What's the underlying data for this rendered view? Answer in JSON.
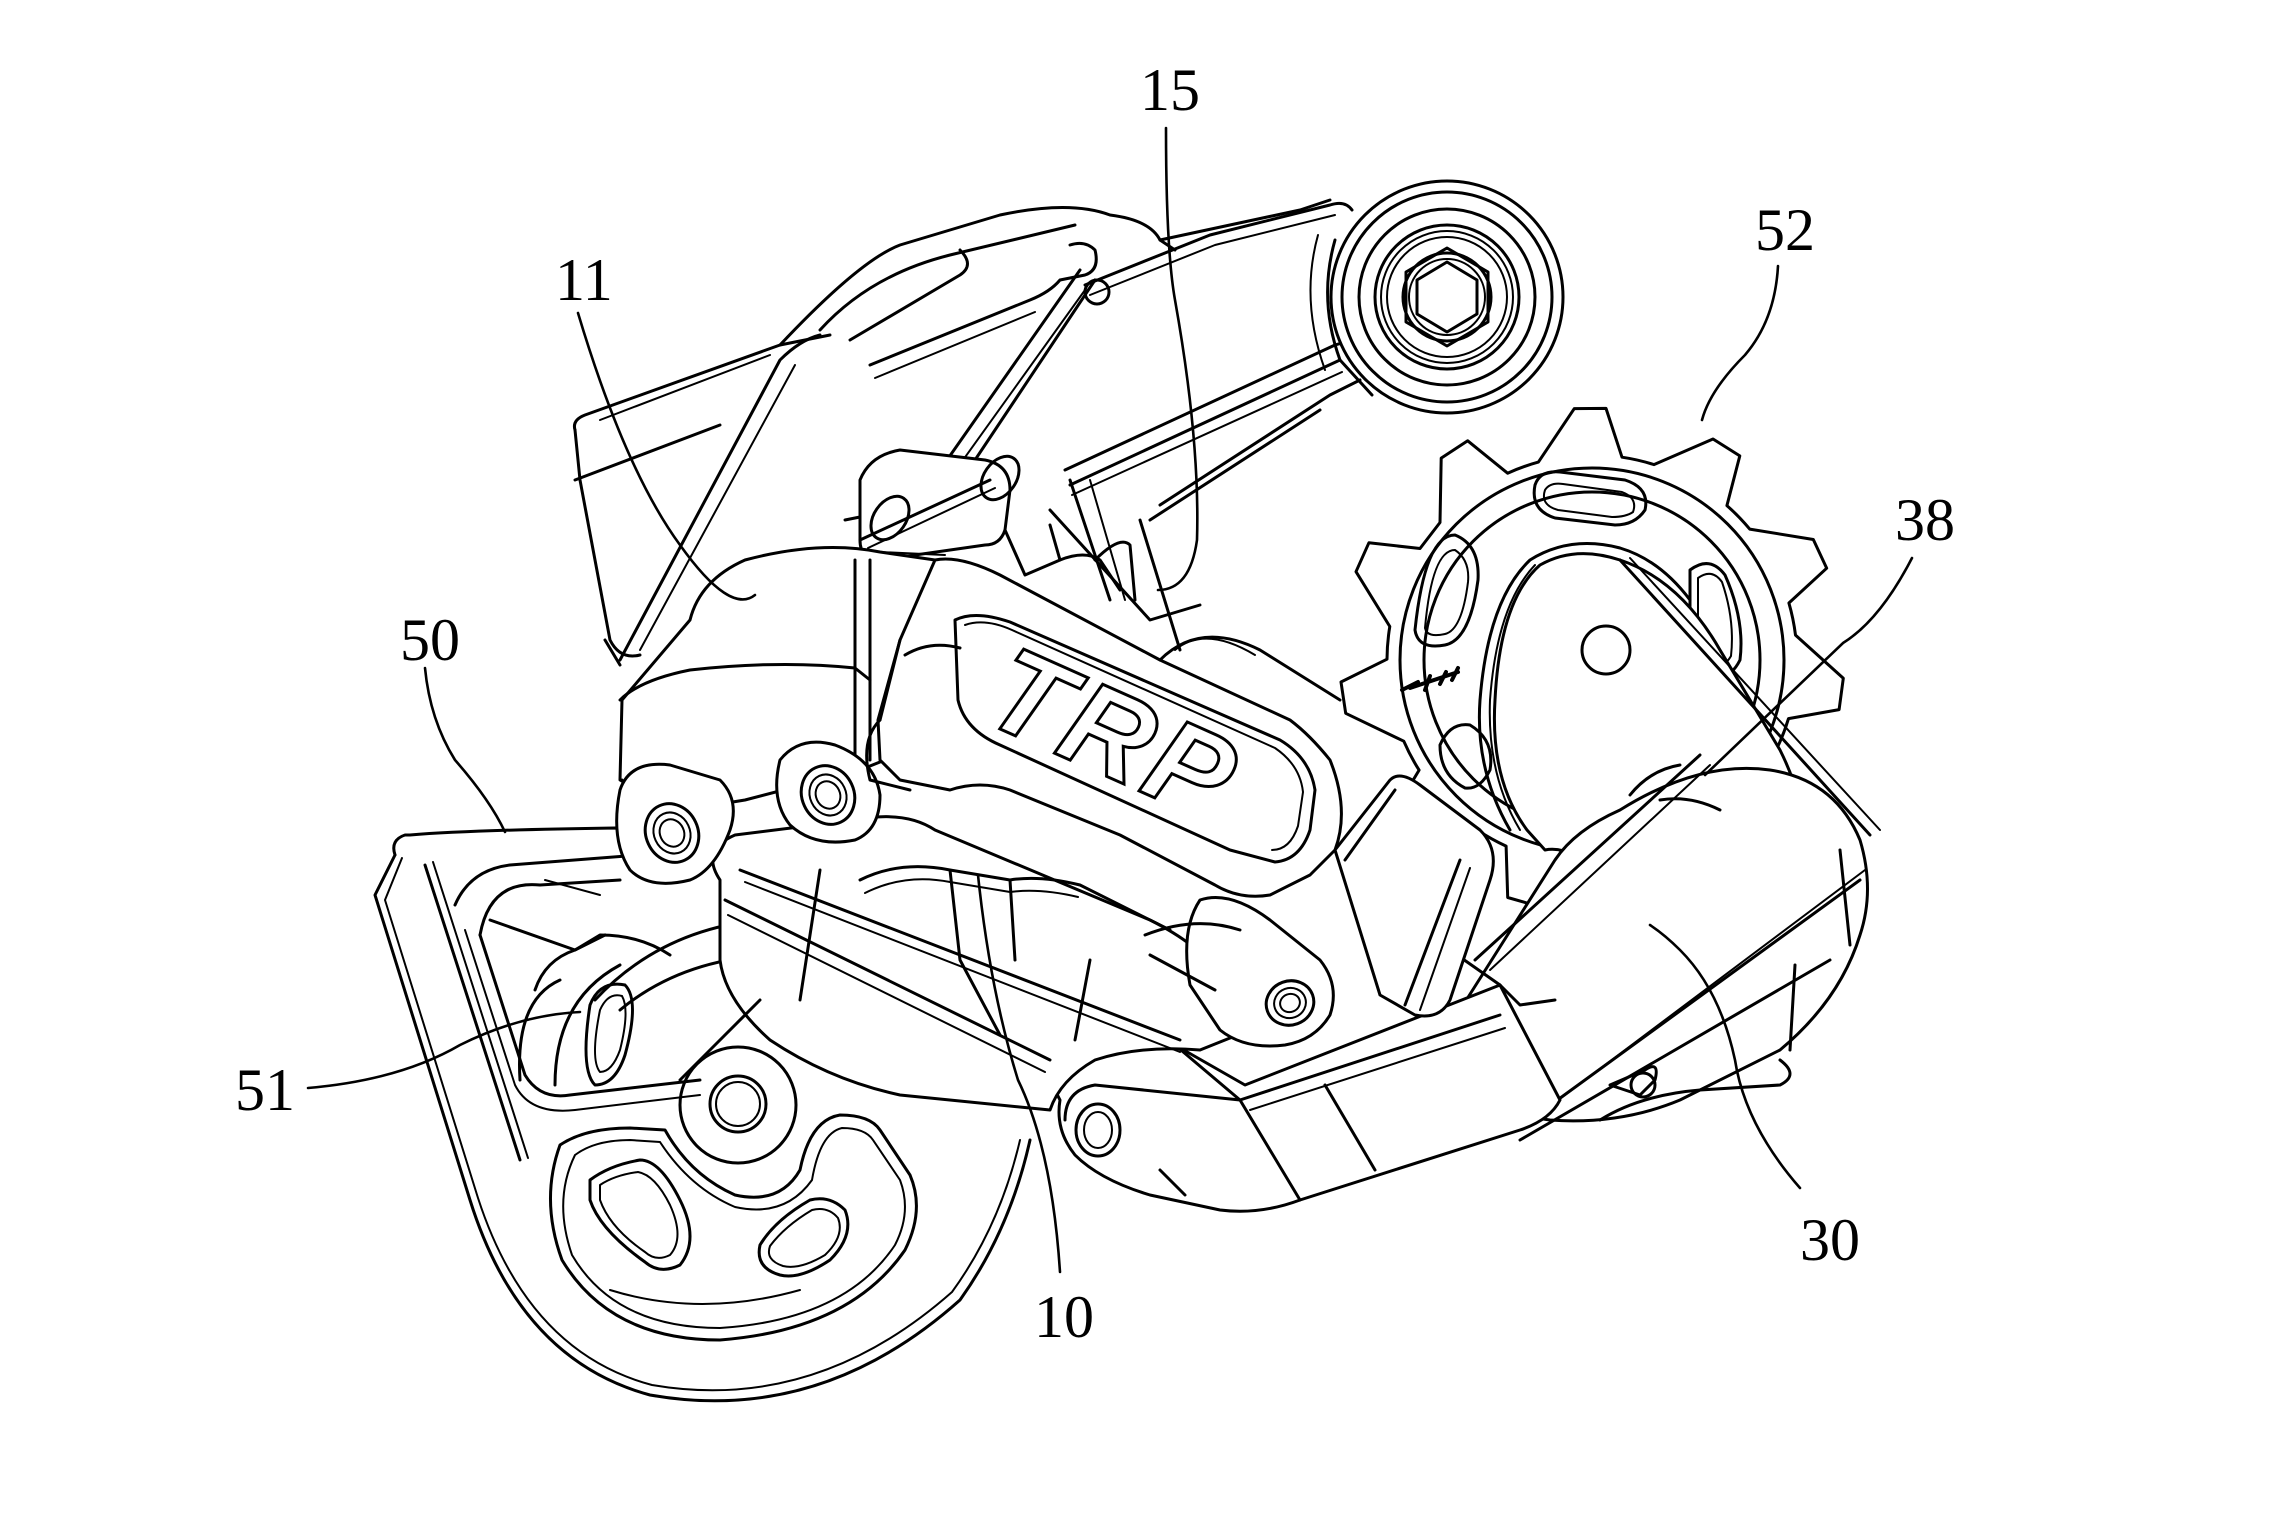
{
  "figure": {
    "subject": "bicycle rear derailleur",
    "style": "patent line drawing",
    "logo_text": "TRP",
    "line_color": "#000000",
    "background_color": "#ffffff"
  },
  "reference_numerals": [
    {
      "id": "ref-10",
      "label": "10",
      "part": "base member"
    },
    {
      "id": "ref-11",
      "label": "11",
      "part": "base knuckle"
    },
    {
      "id": "ref-15",
      "label": "15",
      "part": "linkage"
    },
    {
      "id": "ref-30",
      "label": "30",
      "part": "movable member"
    },
    {
      "id": "ref-38",
      "label": "38",
      "part": "cage plate pivot"
    },
    {
      "id": "ref-50",
      "label": "50",
      "part": "chain cage"
    },
    {
      "id": "ref-51",
      "label": "51",
      "part": "lower pulley"
    },
    {
      "id": "ref-52",
      "label": "52",
      "part": "upper pulley"
    }
  ]
}
